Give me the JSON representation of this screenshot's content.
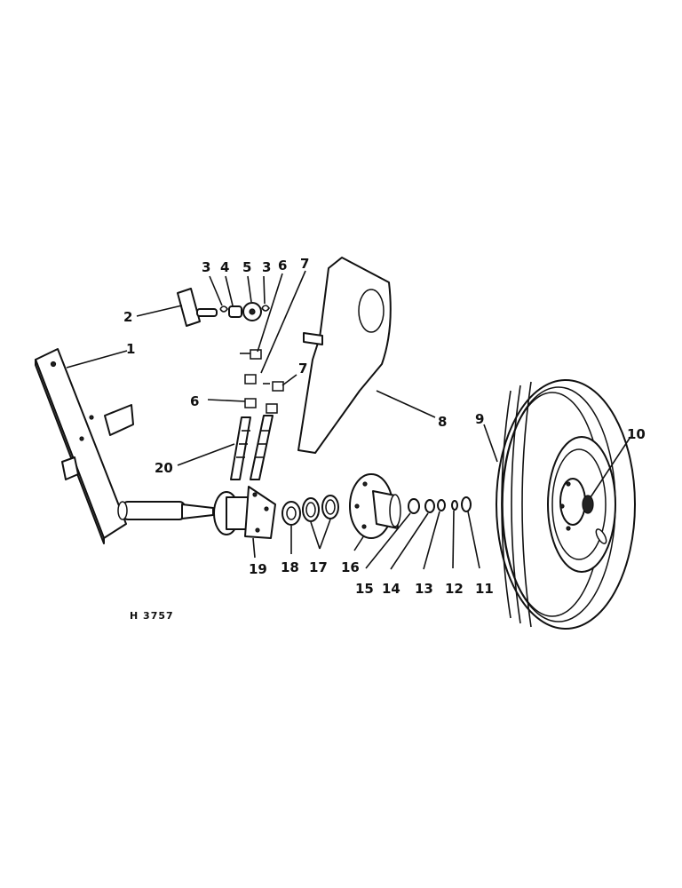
{
  "figure_id": "H 3757",
  "callouts": {
    "c1": "1",
    "c2": "2",
    "c3a": "3",
    "c4": "4",
    "c5": "5",
    "c3b": "3",
    "c6a": "6",
    "c7a": "7",
    "c6b": "6",
    "c7b": "7",
    "c8": "8",
    "c9": "9",
    "c10": "10",
    "c11": "11",
    "c12": "12",
    "c13": "13",
    "c14": "14",
    "c15": "15",
    "c16": "16",
    "c17": "17",
    "c18": "18",
    "c19": "19",
    "c20": "20"
  }
}
